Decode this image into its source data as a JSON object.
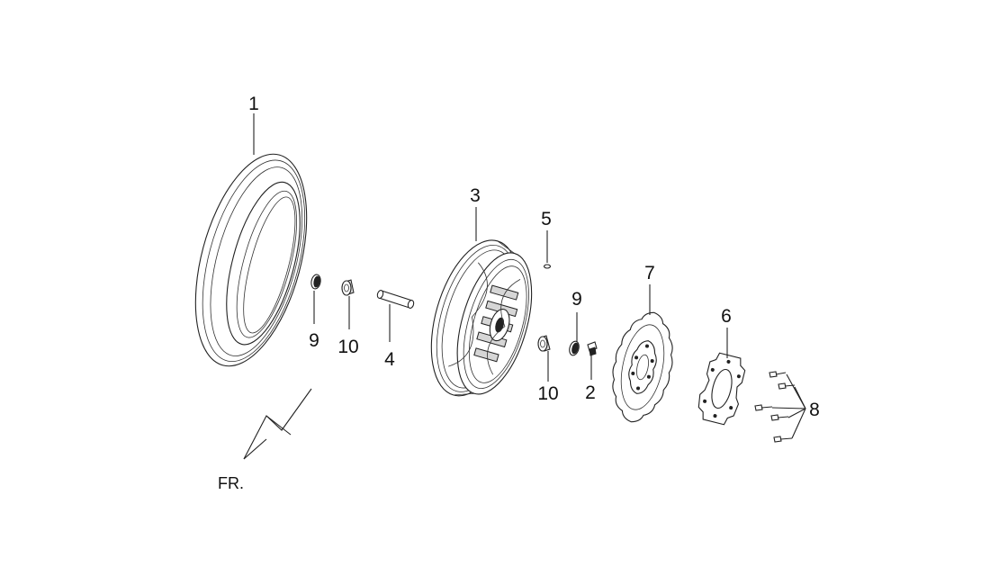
{
  "callouts": {
    "tire": "1",
    "valve": "2",
    "rim": "3",
    "axle_collar": "4",
    "balance_weight": "5",
    "shield_plate": "6",
    "brake_disc": "7",
    "bolts": "8",
    "oil_seal_left": "9",
    "bearing_left": "10",
    "oil_seal_right": "9",
    "bearing_right": "10"
  },
  "direction_label": "FR."
}
